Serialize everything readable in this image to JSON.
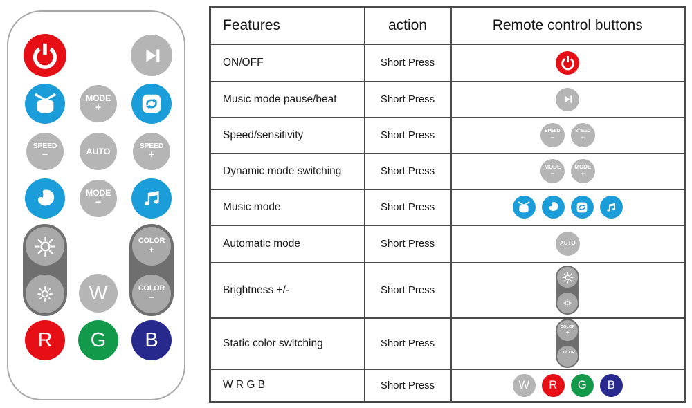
{
  "colors": {
    "red": "#e60f16",
    "blue": "#1b9dd9",
    "gray": "#b5b5b5",
    "pill": "#6f6f6f",
    "pill_circle": "#a9a9a9",
    "green": "#13994a",
    "navy": "#27298d",
    "table_border": "#4a4a4a"
  },
  "remote": {
    "buttons": [
      "power",
      "play",
      "drum",
      "mode_plus",
      "loop",
      "speed_minus",
      "auto",
      "speed_plus",
      "arm",
      "mode_minus",
      "note",
      "brightness_pill",
      "w",
      "color_pill",
      "r",
      "g",
      "b"
    ],
    "labels": {
      "mode_plus": {
        "top": "MODE",
        "bottom": "+"
      },
      "mode_minus": {
        "top": "MODE",
        "bottom": "−"
      },
      "speed_plus": {
        "top": "SPEED",
        "bottom": "+"
      },
      "speed_minus": {
        "top": "SPEED",
        "bottom": "−"
      },
      "auto": {
        "top": "AUTO"
      },
      "color_plus": {
        "top": "COLOR",
        "bottom": "+"
      },
      "color_minus": {
        "top": "COLOR",
        "bottom": "−"
      },
      "w": "W",
      "r": "R",
      "g": "G",
      "b": "B"
    },
    "icon_names": {
      "power": "power-icon",
      "play": "play-skip-icon",
      "drum": "drum-icon",
      "loop": "loop-refresh-icon",
      "arm": "muscle-arm-icon",
      "note": "music-note-icon",
      "sun": "brightness-sun-icon"
    }
  },
  "table": {
    "headers": {
      "features": "Features",
      "action": "action",
      "buttons": "Remote control buttons"
    },
    "rows": [
      {
        "feature": "ON/OFF",
        "action": "Short Press",
        "buttons": [
          "power"
        ]
      },
      {
        "feature": "Music mode pause/beat",
        "action": "Short Press",
        "buttons": [
          "play"
        ]
      },
      {
        "feature": "Speed/sensitivity",
        "action": "Short Press",
        "buttons": [
          "speed_minus",
          "speed_plus"
        ]
      },
      {
        "feature": "Dynamic mode switching",
        "action": "Short Press",
        "buttons": [
          "mode_minus",
          "mode_plus"
        ]
      },
      {
        "feature": "Music mode",
        "action": "Short Press",
        "buttons": [
          "drum",
          "arm",
          "loop",
          "note"
        ]
      },
      {
        "feature": "Automatic mode",
        "action": "Short Press",
        "buttons": [
          "auto"
        ]
      },
      {
        "feature": "Brightness +/-",
        "action": "Short Press",
        "buttons": [
          "brightness_pill"
        ]
      },
      {
        "feature": "Static color switching",
        "action": "Short Press",
        "buttons": [
          "color_pill"
        ]
      },
      {
        "feature": "W R G B",
        "action": "Short Press",
        "buttons": [
          "w",
          "r",
          "g",
          "b"
        ]
      }
    ]
  }
}
